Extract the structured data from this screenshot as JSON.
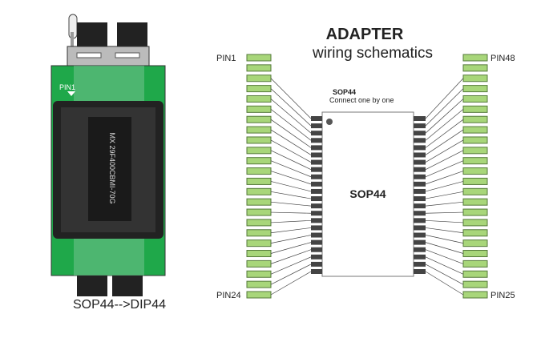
{
  "title": "ADAPTER",
  "subtitle": "wiring schematics",
  "pins": {
    "top_left": "PIN1",
    "top_right": "PIN48",
    "bottom_left": "PIN24",
    "bottom_right": "PIN25"
  },
  "ic": {
    "label": "SOP44",
    "name": "SOP44",
    "note": "Connect one by one",
    "pins_per_side": 22
  },
  "pads_per_side": 24,
  "photo": {
    "pin1_label": "PIN1",
    "chip_text": "MX 29F400CBMI-70G",
    "caption": "SOP44-->DIP44"
  },
  "colors": {
    "pad": "#a8d67a",
    "pin": "#444444",
    "board": "#1fa84a"
  }
}
